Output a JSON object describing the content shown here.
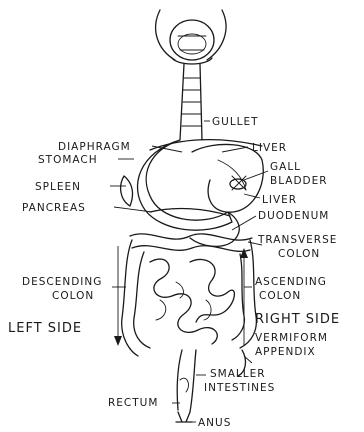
{
  "labels": {
    "gullet": "GULLET",
    "diaphragm": "DIAPHRAGM",
    "stomach": "STOMACH",
    "liver_top": "LIVER",
    "gall_1": "GALL",
    "gall_2": "BLADDER",
    "spleen": "SPLEEN",
    "pancreas": "PANCREAS",
    "liver_lower": "LIVER",
    "duodenum": "DUODENUM",
    "transverse_1": "TRANSVERSE",
    "transverse_2": "COLON",
    "descending_1": "DESCENDING",
    "descending_2": "COLON",
    "ascending_1": "ASCENDING",
    "ascending_2": "COLON",
    "left_side": "LEFT SIDE",
    "right_side": "RIGHT SIDE",
    "vermiform_1": "VERMIFORM",
    "vermiform_2": "APPENDIX",
    "smaller_1": "SMALLER",
    "smaller_2": "INTESTINES",
    "rectum": "RECTUM",
    "anus": "ANUS"
  }
}
